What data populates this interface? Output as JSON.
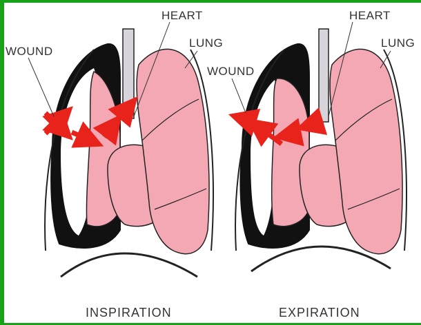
{
  "labels": {
    "left": {
      "wound": "WOUND",
      "heart": "HEART",
      "lung": "LUNG",
      "caption": "INSPIRATION"
    },
    "right": {
      "wound": "WOUND",
      "heart": "HEART",
      "lung": "LUNG",
      "caption": "EXPIRATION"
    }
  },
  "colors": {
    "border": "#1aa11a",
    "lung": "#f4a8b4",
    "arrow": "#e8231c",
    "cavity": "#111111",
    "trachea": "#d8d4dc"
  }
}
